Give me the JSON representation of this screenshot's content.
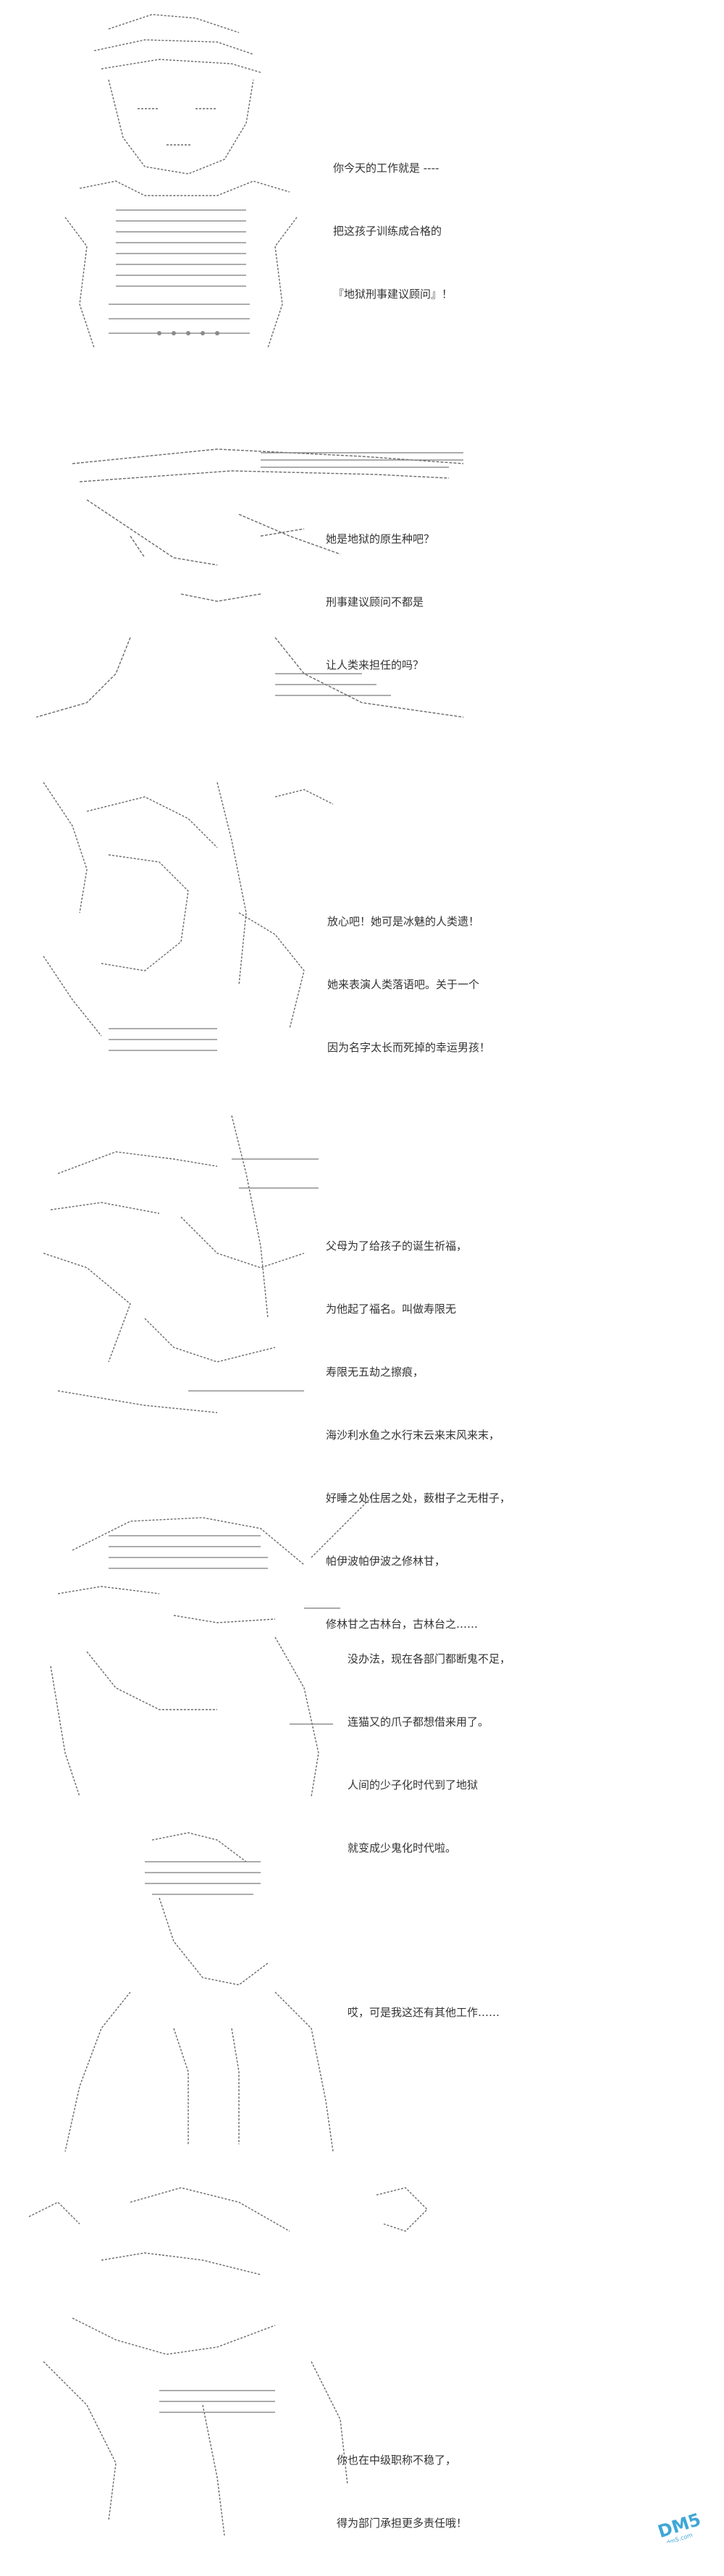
{
  "colors": {
    "background": "#ffffff",
    "art_ink": "#5a5a5a",
    "text": "#333333"
  },
  "panels": [
    {
      "lines": [
        "你今天的工作就是 ----",
        "把这孩子训练成合格的",
        "『地狱刑事建议顾问』！"
      ]
    },
    {
      "lines": [
        "她是地狱的原生种吧？",
        "刑事建议顾问不都是",
        "让人类来担任的吗？"
      ]
    },
    {
      "lines": [
        "放心吧！她可是冰魅的人类遗！",
        "她来表演人类落语吧。关于一个",
        "因为名字太长而死掉的幸运男孩！"
      ]
    },
    {
      "lines": [
        "父母为了给孩子的诞生祈福，",
        "为他起了福名。叫做寿限无",
        "寿限无五劫之擦痕，",
        "海沙利水鱼之水行末云来末风来末，",
        "好睡之处住居之处，薮柑子之无柑子，",
        "帕伊波帕伊波之修林甘，",
        "修林甘之古林台，古林台之……"
      ]
    },
    {
      "lines": [
        "没办法，现在各部门都断鬼不足，",
        "连猫又的爪子都想借来用了。",
        "人间的少子化时代到了地狱",
        "就变成少鬼化时代啦。"
      ]
    },
    {
      "lines": [
        "哎，可是我这还有其他工作……"
      ]
    },
    {
      "lines": [
        "你也在中级职称不稳了，",
        "得为部门承担更多责任哦！"
      ]
    }
  ],
  "watermark": {
    "logo_text": "DM5",
    "logo_sub": "dm5.com",
    "brand_color": "#3fa7d6"
  }
}
